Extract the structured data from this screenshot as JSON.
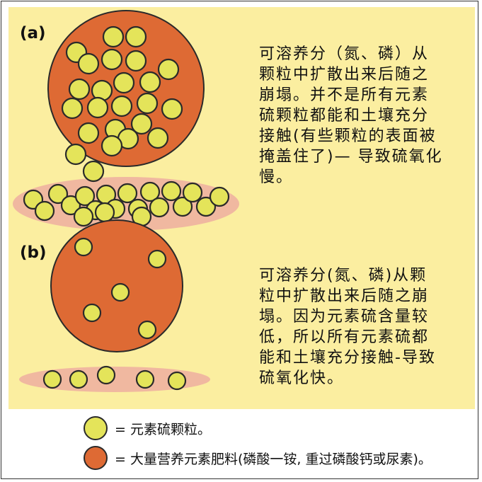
{
  "labels": {
    "a": "(a)",
    "b": "(b)"
  },
  "descriptions": {
    "a": [
      "可溶养分（氮、磷）从",
      "颗粒中扩散出来后随之",
      "崩塌。并不是所有元素",
      "硫颗粒都能和土壤充分",
      "接触(有些颗粒的表面被",
      "掩盖住了)— 导致硫氧化",
      "慢。"
    ],
    "b": [
      "可溶养分(氮、磷)从颗",
      "粒中扩散出来后随之崩",
      "塌。因为元素硫含量较",
      "低，所以所有元素硫都",
      "能和土壤充分接触-导致",
      "硫氧化快。"
    ]
  },
  "legend": {
    "sulfur": "= 元素硫颗粒。",
    "fertilizer": "= 大量营养元素肥料(磷酸一铵, 重过磷酸钙或尿素)。"
  },
  "colors": {
    "panel": "#fbeea0",
    "sulfur_fill": "#e4e45a",
    "fertilizer_fill": "#de6a34",
    "soil_band": "#f0b8a0",
    "outline": "#2a2a2a"
  }
}
